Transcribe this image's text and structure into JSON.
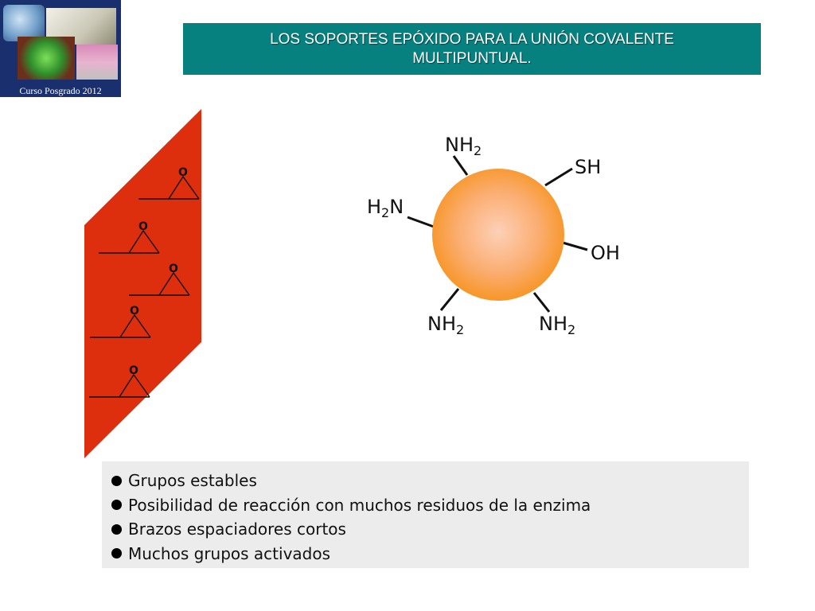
{
  "logo": {
    "caption": "Curso Posgrado 2012"
  },
  "title": {
    "text": "LOS SOPORTES EPÓXIDO PARA LA UNIÓN COVALENTE MULTIPUNTUAL."
  },
  "support": {
    "epoxide_label": "O"
  },
  "enzyme": {
    "groups": {
      "top_nh2": "NH",
      "left_h2n_a": "H",
      "left_h2n_b": "N",
      "sh": "SH",
      "oh": "OH",
      "bottom_left_nh2": "NH",
      "bottom_right_nh2": "NH",
      "subscript": "2"
    }
  },
  "bullets": {
    "items": [
      "Grupos estables",
      "Posibilidad de reacción con muchos residuos de la enzima",
      "Brazos espaciadores cortos",
      "Muchos grupos activados"
    ]
  },
  "colors": {
    "title_bg": "#078080",
    "support_red": "#dd2e0e",
    "enzyme_orange": "#f7931e",
    "bullet_box_bg": "#ececec"
  }
}
